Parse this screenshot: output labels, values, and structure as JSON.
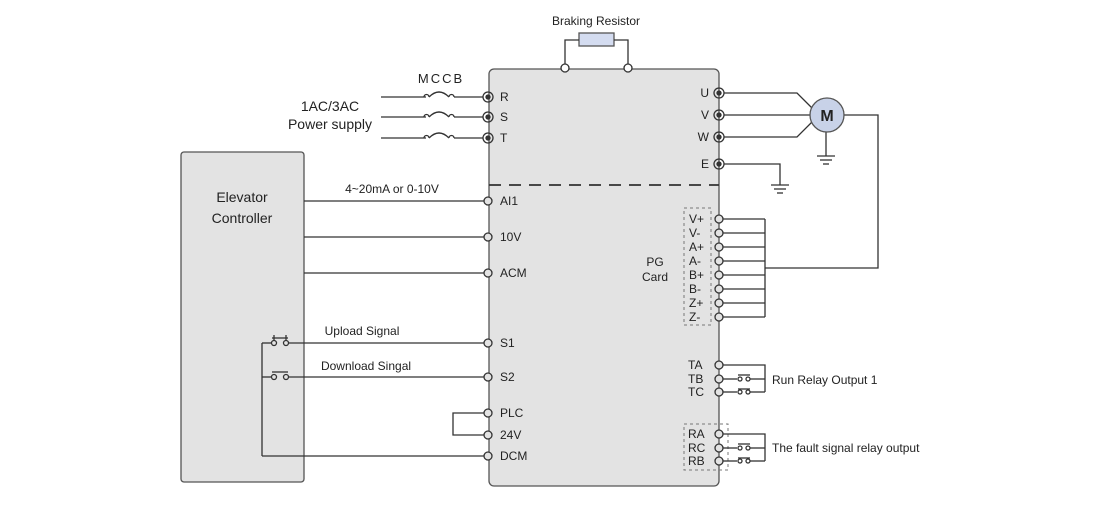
{
  "labels": {
    "braking_resistor": "Braking Resistor",
    "mccb": "MCCB",
    "power_supply_line1": "1AC/3AC",
    "power_supply_line2": "Power supply",
    "controller_line1": "Elevator",
    "controller_line2": "Controller",
    "analog_signal": "4~20mA or 0-10V",
    "upload_signal": "Upload Signal",
    "download_signal": "Download Singal",
    "pg_card_line1": "PG",
    "pg_card_line2": "Card",
    "motor": "M",
    "run_relay": "Run Relay Output 1",
    "fault_relay": "The fault signal relay output"
  },
  "terminals": {
    "input": [
      "R",
      "S",
      "T"
    ],
    "output": [
      "U",
      "V",
      "W",
      "E"
    ],
    "control": [
      "AI1",
      "10V",
      "ACM",
      "S1",
      "S2",
      "PLC",
      "24V",
      "DCM"
    ],
    "pg": [
      "V+",
      "V-",
      "A+",
      "A-",
      "B+",
      "B-",
      "Z+",
      "Z-"
    ],
    "relay1": [
      "TA",
      "TB",
      "TC"
    ],
    "relay2": [
      "RA",
      "RC",
      "RB"
    ]
  },
  "colors": {
    "line": "#333333",
    "box_fill": "#e3e3e3",
    "box_stroke": "#555555",
    "resistor_fill": "#d4dcf0",
    "motor_fill": "#c8d2e8"
  }
}
